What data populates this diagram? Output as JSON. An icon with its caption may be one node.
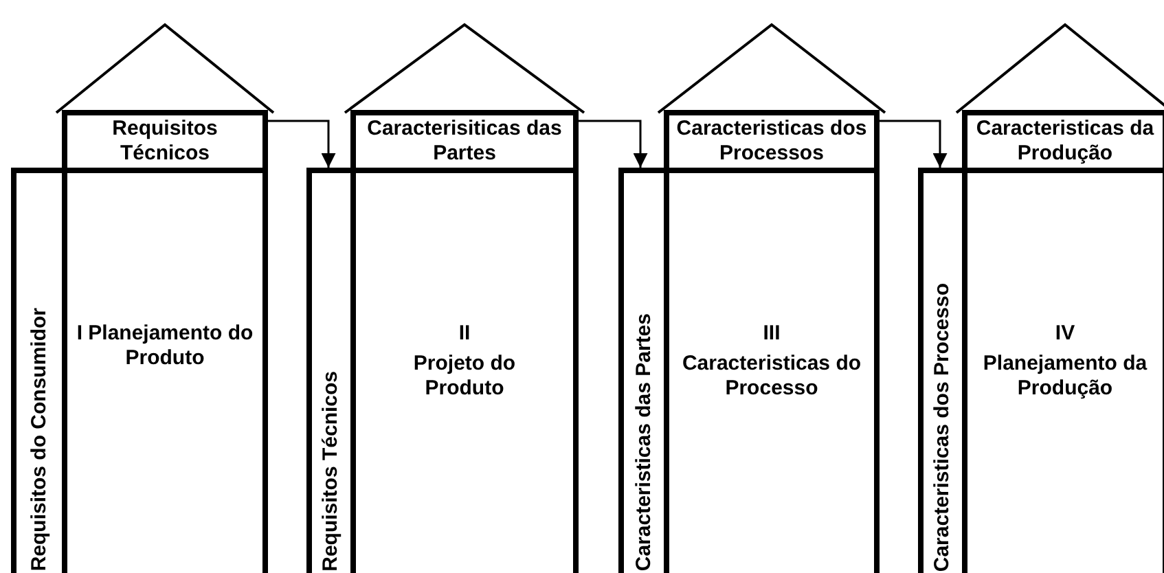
{
  "diagram": {
    "nodes": [
      {
        "text": [
          "Requisitos Técnicos"
        ]
      },
      {
        "text": [
          "Requisitos do Consumidor"
        ]
      },
      {
        "text": [
          "I Planejamento do Produto"
        ]
      },
      {
        "text": [
          "Caracterisiticas das Partes"
        ]
      },
      {
        "text": [
          "Requisitos Técnicos"
        ]
      },
      {
        "text": [
          "II",
          "Projeto do Produto"
        ]
      },
      {
        "text": [
          "Caracteristicas dos Processos"
        ]
      },
      {
        "text": [
          "Caracteristicas das Partes"
        ]
      },
      {
        "text": [
          "III",
          "Caracteristicas do Processo"
        ]
      },
      {
        "text": [
          "Caracteristicas da Produção"
        ]
      },
      {
        "text": [
          "Caracteristicas dos Processo"
        ]
      },
      {
        "text": [
          "IV",
          "Planejamento da Produção"
        ]
      }
    ],
    "edges": [
      {
        "from": 0,
        "to": 4,
        "arrow": "to"
      },
      {
        "from": 3,
        "to": 7,
        "arrow": "to"
      },
      {
        "from": 6,
        "to": 10,
        "arrow": "to"
      }
    ]
  }
}
